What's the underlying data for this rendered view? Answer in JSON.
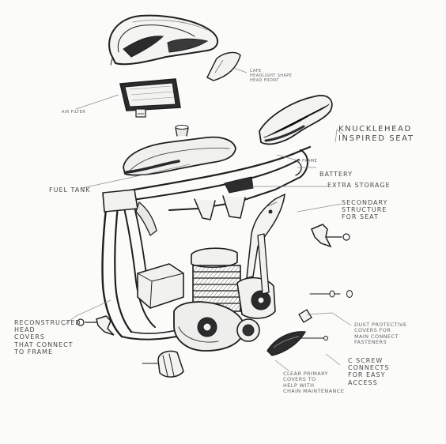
{
  "labels": {
    "visor_note": "cafe\nheadlight shape\nhead front",
    "air_filter": "air filter",
    "knucklehead_seat": "knucklehead\ninspired seat",
    "frame": "frame",
    "battery": "battery",
    "extra_storage": "extra storage",
    "fuel_tank": "fuel tank",
    "secondary_structure": "secondary\nstructure\nfor seat",
    "reconstructed_head": "reconstructed\nhead\ncovers\nthat connect\nto frame",
    "dust_protective": "dust protective\ncovers for\nmain connect\nfasteners",
    "screw_connects": "c screw\nconnects\nfor easy\naccess",
    "clear_primary": "clear primary\ncovers to\nhelp with\nchain maintenance"
  },
  "colors": {
    "ink": "#1f1f1f",
    "pencil": "#6e6e6e",
    "shade": "#3a3a3a",
    "paper": "#fbfbfa"
  }
}
